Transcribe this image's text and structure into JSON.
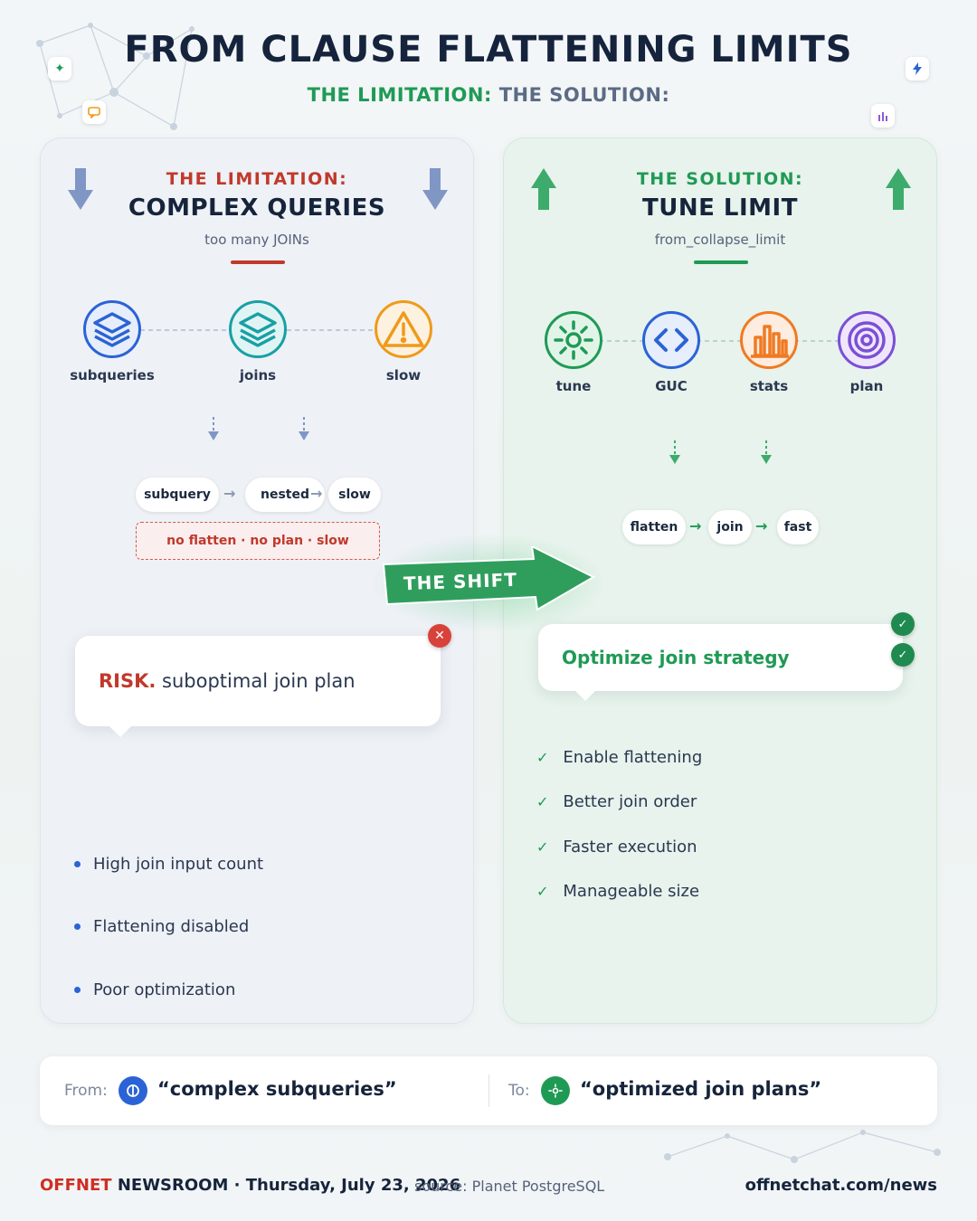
{
  "title": "FROM CLAUSE FLATTENING LIMITS",
  "subtitle": {
    "part1": "THE LIMITATION:",
    "part2": "THE SOLUTION:"
  },
  "colors": {
    "red": "#c0392b",
    "green": "#1f9a55",
    "blue": "#2b63d6",
    "navy": "#15233c"
  },
  "left": {
    "kicker": "THE LIMITATION:",
    "heading": "COMPLEX QUERIES",
    "sub": "too many JOINs",
    "icons": [
      {
        "label": "subqueries",
        "icon": "layers-icon",
        "color": "#2b63d6"
      },
      {
        "label": "joins",
        "icon": "layers-icon",
        "color": "#18a0a4"
      },
      {
        "label": "slow",
        "icon": "warning-icon",
        "color": "#ef9a1a"
      }
    ],
    "flow": [
      "subquery",
      "nested",
      "slow"
    ],
    "warning": "no flatten · no plan · slow",
    "callout": {
      "prefix": "RISK.",
      "text": "suboptimal join plan"
    },
    "bullets": [
      "High join input count",
      "Flattening disabled",
      "Poor optimization"
    ]
  },
  "shift": "THE SHIFT",
  "right": {
    "kicker": "THE SOLUTION:",
    "heading": "TUNE LIMIT",
    "sub": "from_collapse_limit",
    "icons": [
      {
        "label": "tune",
        "icon": "sun-gear-icon",
        "color": "#1f9a55"
      },
      {
        "label": "GUC",
        "icon": "code-icon",
        "color": "#2b63d6"
      },
      {
        "label": "stats",
        "icon": "bar-chart-icon",
        "color": "#f07a22"
      },
      {
        "label": "plan",
        "icon": "target-icon",
        "color": "#7b4fd6"
      }
    ],
    "flow": [
      "flatten",
      "join",
      "fast"
    ],
    "callout": {
      "text": "Optimize join strategy"
    },
    "checks": [
      "Enable flattening",
      "Better join order",
      "Faster execution",
      "Manageable size"
    ]
  },
  "bottom": {
    "from_label": "From:",
    "from_text": "“complex subqueries”",
    "to_label": "To:",
    "to_text": "“optimized join plans”"
  },
  "footer": {
    "brand_red": "OFFNET",
    "brand_rest": "NEWSROOM · Thursday, July 23, 2026",
    "source": "source: Planet PostgreSQL",
    "url": "offnetchat.com/news"
  }
}
